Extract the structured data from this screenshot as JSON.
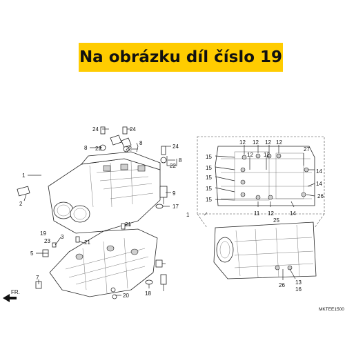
{
  "banner": {
    "text": "Na obrázku díl číslo 19",
    "color": "#ffcc00"
  },
  "front_label": "FR.",
  "diagram_code": "MKTEE1500",
  "callouts": {
    "c1": "1",
    "c2": "2",
    "c3": "3",
    "c5": "5",
    "c7": "7",
    "c8a": "8",
    "c8b": "8",
    "c8c": "8",
    "c9": "9",
    "c17": "17",
    "c18": "18",
    "c19": "19",
    "c20": "20",
    "c21a": "21",
    "c21b": "21",
    "c22a": "22",
    "c22b": "22",
    "c22c": "22",
    "c23": "23",
    "c24a": "24",
    "c24b": "24",
    "c24c": "24",
    "r1": "1",
    "r11": "11",
    "r12a": "12",
    "r12b": "12",
    "r12c": "12",
    "r12d": "12",
    "r12e": "12",
    "r12f": "12",
    "r12g": "12",
    "r13": "13",
    "r14a": "14",
    "r14b": "14",
    "r14c": "14",
    "r15a": "15",
    "r15b": "15",
    "r15c": "15",
    "r15d": "15",
    "r15e": "15",
    "r16": "16",
    "r25": "25",
    "r26a": "26",
    "r26b": "26",
    "r27": "27"
  },
  "icons": {
    "front_arrow": "arrow-left-icon"
  }
}
